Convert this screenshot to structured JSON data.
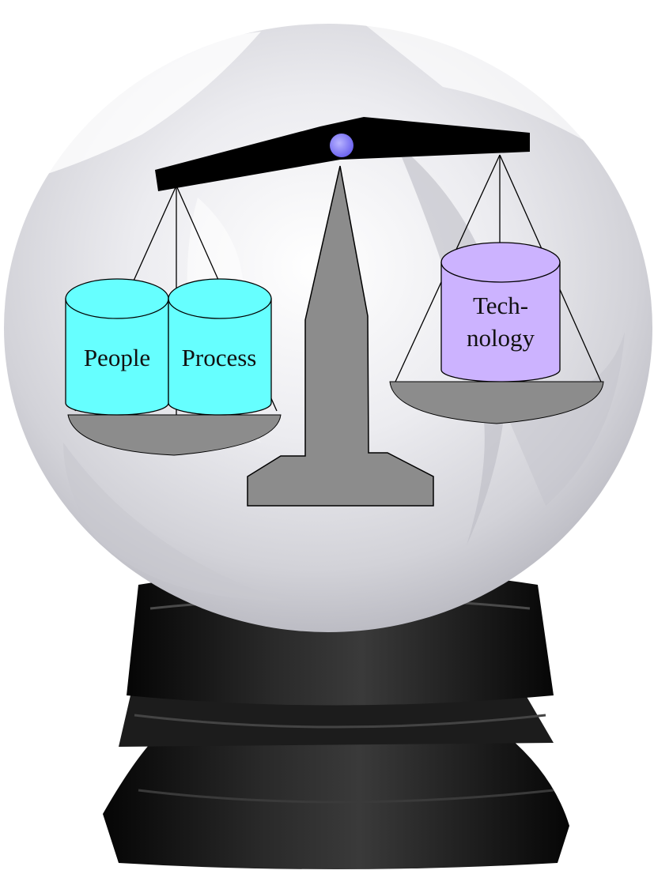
{
  "labels": {
    "left_drum_1": "People",
    "left_drum_2": "Process",
    "right_drum_line1": "Tech-",
    "right_drum_line2": "nology"
  },
  "colors": {
    "background": "#ffffff",
    "globe_glass": "#e4e4e8",
    "stand": "#151515",
    "beam": "#000000",
    "pivot": "#8a82ff",
    "scale_gray": "#8c8c8c",
    "people_process_drums": "#66ffff",
    "technology_drum": "#ccb3ff"
  },
  "icons": {
    "globe": "crystal-ball-icon",
    "scale": "balance-scale-icon"
  }
}
